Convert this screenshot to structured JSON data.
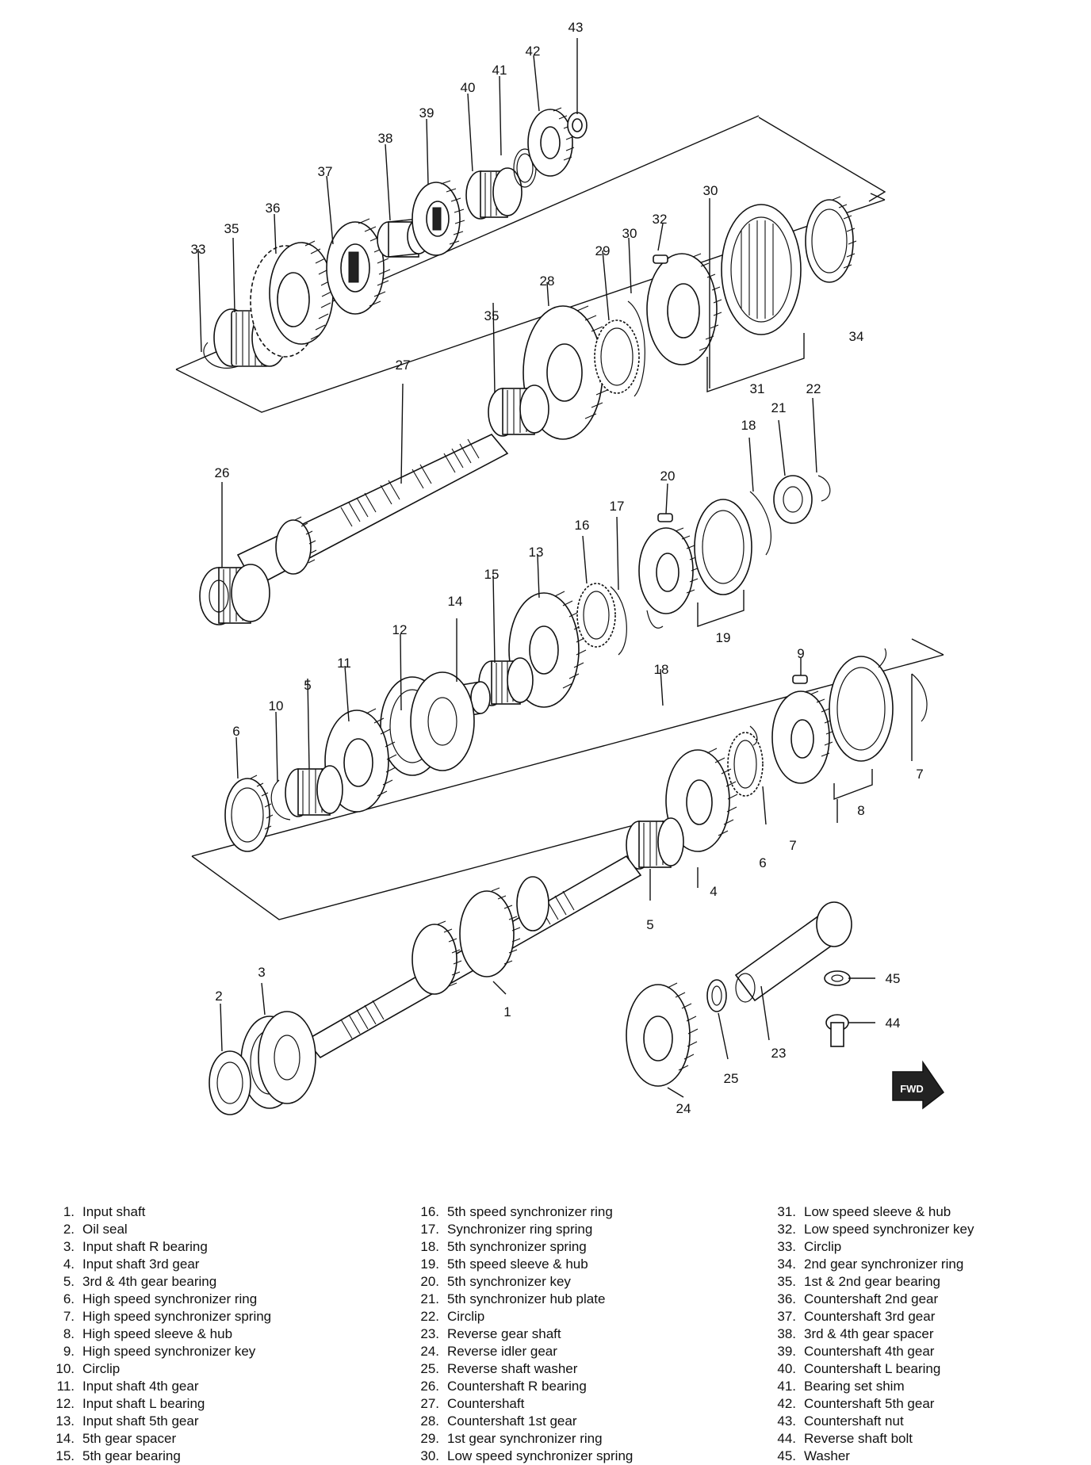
{
  "callouts": {
    "n1": "1",
    "n2": "2",
    "n3": "3",
    "n4": "4",
    "n5a": "5",
    "n5b": "5",
    "n6a": "6",
    "n6b": "6",
    "n7a": "7",
    "n7b": "7",
    "n8": "8",
    "n9": "9",
    "n10": "10",
    "n11": "11",
    "n12": "12",
    "n13": "13",
    "n14": "14",
    "n15": "15",
    "n16": "16",
    "n17": "17",
    "n18a": "18",
    "n18b": "18",
    "n19": "19",
    "n20": "20",
    "n21": "21",
    "n22": "22",
    "n23": "23",
    "n24": "24",
    "n25": "25",
    "n26": "26",
    "n27": "27",
    "n28": "28",
    "n29": "29",
    "n30a": "30",
    "n30b": "30",
    "n31": "31",
    "n32": "32",
    "n33": "33",
    "n34": "34",
    "n35a": "35",
    "n35b": "35",
    "n36": "36",
    "n37": "37",
    "n38": "38",
    "n39": "39",
    "n40": "40",
    "n41": "41",
    "n42": "42",
    "n43": "43",
    "n44": "44",
    "n45": "45"
  },
  "fwd_label": "FWD",
  "legend": {
    "col1": [
      {
        "num": "1.",
        "text": "Input shaft"
      },
      {
        "num": "2.",
        "text": "Oil seal"
      },
      {
        "num": "3.",
        "text": "Input shaft R bearing"
      },
      {
        "num": "4.",
        "text": "Input shaft 3rd gear"
      },
      {
        "num": "5.",
        "text": "3rd & 4th gear bearing"
      },
      {
        "num": "6.",
        "text": "High speed synchronizer ring"
      },
      {
        "num": "7.",
        "text": "High speed synchronizer spring"
      },
      {
        "num": "8.",
        "text": "High speed sleeve & hub"
      },
      {
        "num": "9.",
        "text": "High speed synchronizer key"
      },
      {
        "num": "10.",
        "text": "Circlip"
      },
      {
        "num": "11.",
        "text": "Input shaft 4th gear"
      },
      {
        "num": "12.",
        "text": "Input shaft L bearing"
      },
      {
        "num": "13.",
        "text": "Input shaft 5th gear"
      },
      {
        "num": "14.",
        "text": "5th gear spacer"
      },
      {
        "num": "15.",
        "text": "5th gear bearing"
      }
    ],
    "col2": [
      {
        "num": "16.",
        "text": "5th speed synchronizer ring"
      },
      {
        "num": "17.",
        "text": "Synchronizer ring spring"
      },
      {
        "num": "18.",
        "text": "5th synchronizer spring"
      },
      {
        "num": "19.",
        "text": "5th speed sleeve & hub"
      },
      {
        "num": "20.",
        "text": "5th synchronizer key"
      },
      {
        "num": "21.",
        "text": "5th synchronizer hub plate"
      },
      {
        "num": "22.",
        "text": "Circlip"
      },
      {
        "num": "23.",
        "text": "Reverse gear shaft"
      },
      {
        "num": "24.",
        "text": "Reverse idler gear"
      },
      {
        "num": "25.",
        "text": "Reverse shaft washer"
      },
      {
        "num": "26.",
        "text": "Countershaft R bearing"
      },
      {
        "num": "27.",
        "text": "Countershaft"
      },
      {
        "num": "28.",
        "text": "Countershaft 1st gear"
      },
      {
        "num": "29.",
        "text": "1st gear synchronizer ring"
      },
      {
        "num": "30.",
        "text": "Low speed synchronizer spring"
      }
    ],
    "col3": [
      {
        "num": "31.",
        "text": "Low speed sleeve & hub"
      },
      {
        "num": "32.",
        "text": "Low speed synchronizer key"
      },
      {
        "num": "33.",
        "text": "Circlip"
      },
      {
        "num": "34.",
        "text": "2nd gear synchronizer ring"
      },
      {
        "num": "35.",
        "text": "1st & 2nd gear bearing"
      },
      {
        "num": "36.",
        "text": "Countershaft 2nd gear"
      },
      {
        "num": "37.",
        "text": "Countershaft 3rd gear"
      },
      {
        "num": "38.",
        "text": "3rd & 4th gear spacer"
      },
      {
        "num": "39.",
        "text": "Countershaft 4th gear"
      },
      {
        "num": "40.",
        "text": "Countershaft L bearing"
      },
      {
        "num": "41.",
        "text": "Bearing set shim"
      },
      {
        "num": "42.",
        "text": "Countershaft 5th gear"
      },
      {
        "num": "43.",
        "text": "Countershaft nut"
      },
      {
        "num": "44.",
        "text": "Reverse shaft bolt"
      },
      {
        "num": "45.",
        "text": "Washer"
      }
    ]
  }
}
